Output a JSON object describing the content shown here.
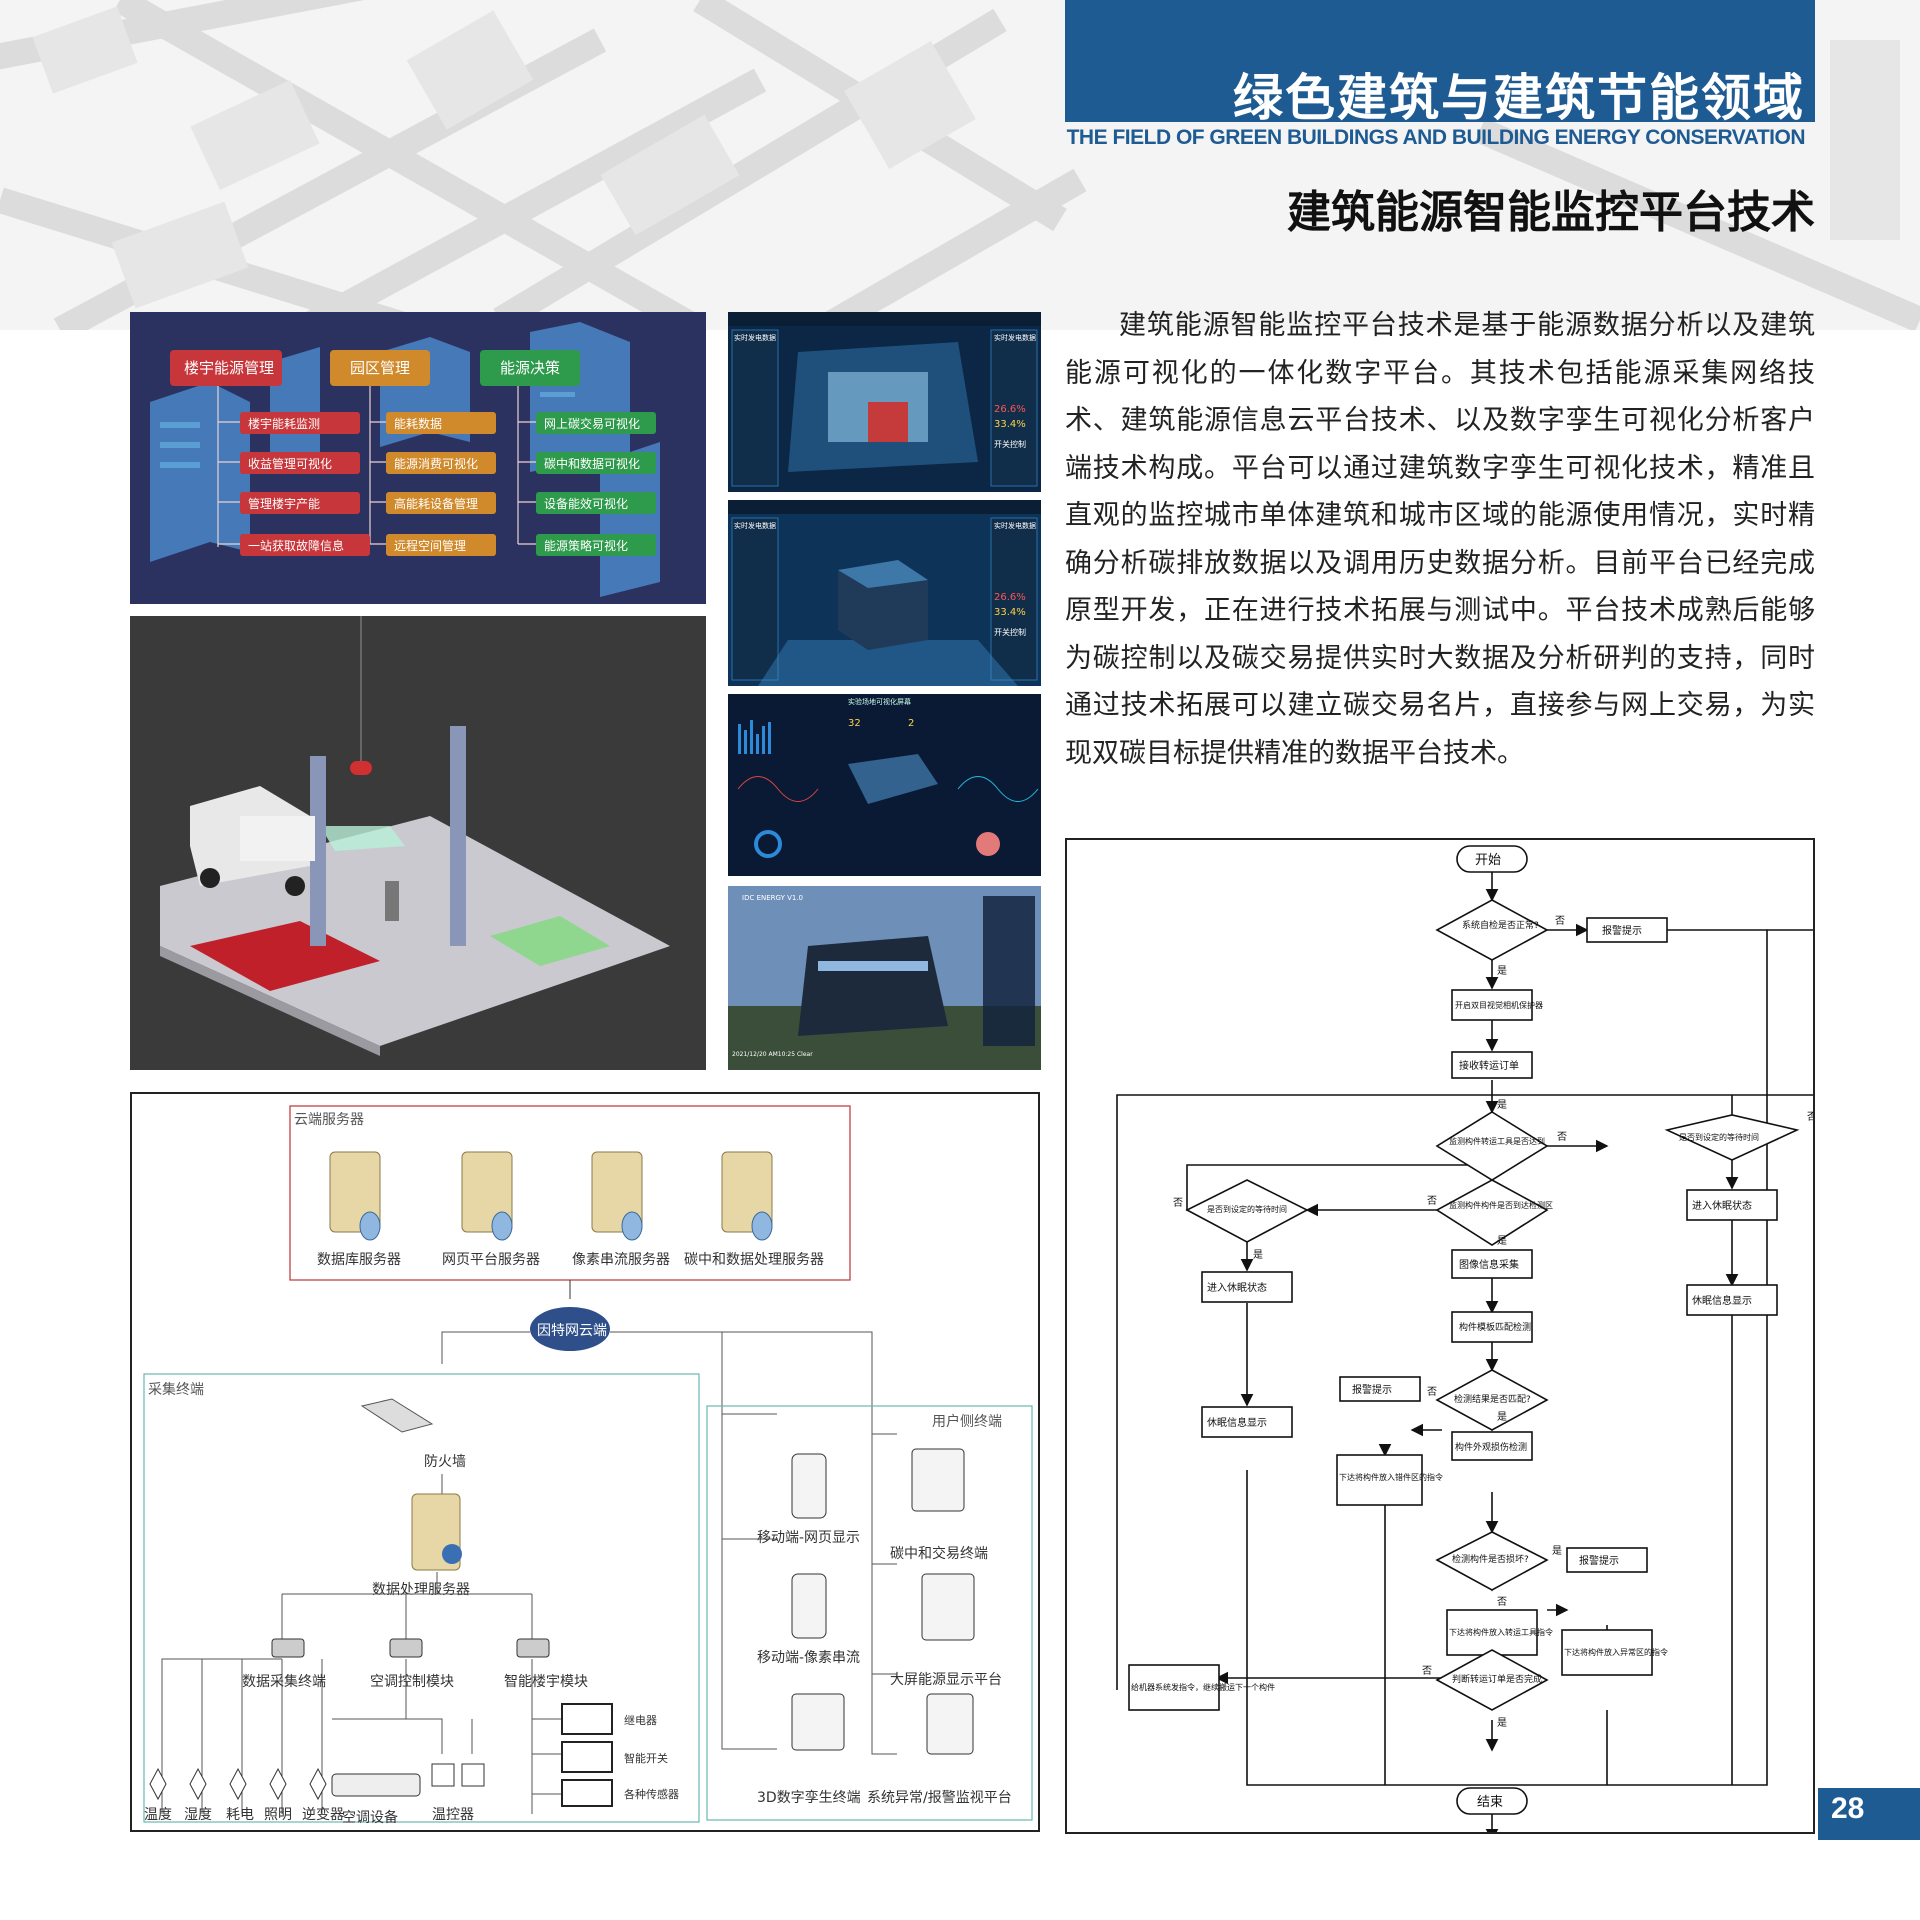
{
  "header": {
    "title_cn": "绿色建筑与建筑节能领域",
    "title_en": "THE FIELD OF GREEN BUILDINGS AND BUILDING ENERGY CONSERVATION",
    "section_title": "建筑能源智能监控平台技术"
  },
  "body_text": "建筑能源智能监控平台技术是基于能源数据分析以及建筑能源可视化的一体化数字平台。其技术包括能源采集网络技术、建筑能源信息云平台技术、以及数字孪生可视化分析客户端技术构成。平台可以通过建筑数字孪生可视化技术，精准且直观的监控城市单体建筑和城市区域的能源使用情况，实时精确分析碳排放数据以及调用历史数据分析。目前平台已经完成原型开发，正在进行技术拓展与测试中。平台技术成熟后能够为碳控制以及碳交易提供实时大数据及分析研判的支持，同时通过技术拓展可以建立碳交易名片，直接参与网上交易，为实现双碳目标提供精准的数据平台技术。",
  "fig_city": {
    "headers": [
      "楼宇能源管理",
      "园区管理",
      "能源决策"
    ],
    "col1": [
      "楼宇能耗监测",
      "收益管理可视化",
      "管理楼宇产能",
      "一站获取故障信息"
    ],
    "col2": [
      "能耗数据",
      "能源消费可视化",
      "高能耗设备管理",
      "远程空间管理"
    ],
    "col3": [
      "网上碳交易可视化",
      "碳中和数据可视化",
      "设备能效可视化",
      "能源策略可视化"
    ]
  },
  "fig_dash": {
    "panel_title": "实时发电数据",
    "panel_title2": "实时发电数据",
    "pct1": "26.6%",
    "pct2": "33.4%",
    "control": "开关控制",
    "dash3_title": "实验场地可视化屏幕",
    "dash3_num1": "32",
    "dash3_num2": "2",
    "dash4_brand": "IDC ENERGY V1.0",
    "dash4_time": "2021/12/20 AM10:25 Clear"
  },
  "fig_network": {
    "cloud_group": "云端服务器",
    "servers": [
      "数据库服务器",
      "网页平台服务器",
      "像素串流服务器",
      "碳中和数据处理服务器"
    ],
    "cloud": "因特网云端",
    "collect_group": "采集终端",
    "firewall": "防火墙",
    "data_server": "数据处理服务器",
    "modules": [
      "数据采集终端",
      "空调控制模块",
      "智能楼宇模块"
    ],
    "sensors": [
      "温度",
      "湿度",
      "耗电",
      "照明",
      "逆变器"
    ],
    "ac_device": "空调设备",
    "thermostat": "温控器",
    "building_items": [
      "继电器",
      "智能开关",
      "各种传感器"
    ],
    "user_group": "用户侧终端",
    "user_items": [
      "移动端-网页显示",
      "碳中和交易终端",
      "移动端-像素串流",
      "大屏能源显示平台",
      "3D数字孪生终端",
      "系统异常/报警监视平台"
    ]
  },
  "flowchart": {
    "start": "开始",
    "d1": "系统自检是否正常?",
    "alarm1": "报警提示",
    "p1": "开启双目视觉相机保护器",
    "p2": "接收转运订单",
    "d2": "监测构件转运工具是否达到",
    "d3": "是否到设定的等待时间",
    "sleep_right": "进入休眠状态",
    "sleep_info_right": "休眠信息显示",
    "d4": "监测构件构件是否到达检测区",
    "d5": "是否到设定的等待时间",
    "sleep_left": "进入休眠状态",
    "sleep_info_left": "休眠信息显示",
    "p3": "图像信息采集",
    "p4": "构件模板匹配检测",
    "d6": "检测结果是否匹配?",
    "alarm2": "报警提示",
    "p5": "下达将构件放入错件区的指令",
    "p6": "构件外观损伤检测",
    "d7": "检测构件是否损坏?",
    "alarm3": "报警提示",
    "p7": "下达将构件放入转运工具指令",
    "p8": "下达将构件放入异常区的指令",
    "p9": "给机器系统发指令，继续搬运下一个构件",
    "d8": "判断转运订单是否完成",
    "end": "结束",
    "yes": "是",
    "no": "否"
  },
  "page_number": "28"
}
